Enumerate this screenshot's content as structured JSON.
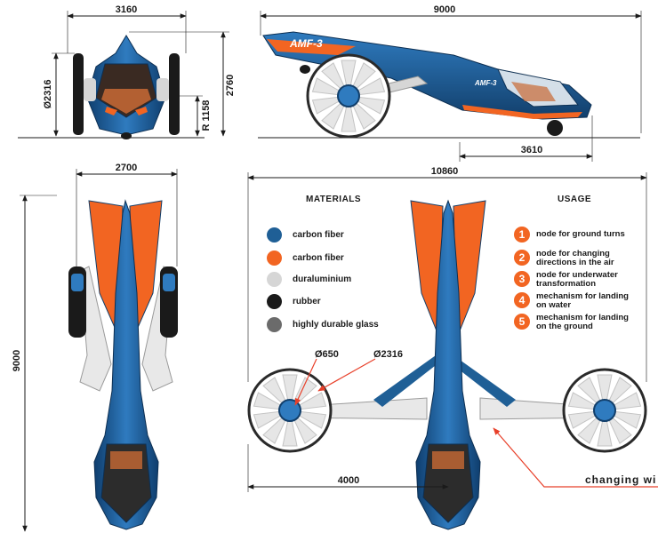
{
  "dimensions": {
    "front_width": "3160",
    "front_height": "2760",
    "front_wheel_diameter": "Ø2316",
    "front_radius": "R 1158",
    "side_length": "9000",
    "side_section": "3610",
    "top_width": "2700",
    "top_length": "9000",
    "overall_span": "10860",
    "prop_hub_diameter": "Ø650",
    "prop_diameter": "Ø2316",
    "prop_offset": "4000"
  },
  "branding": {
    "name": "AMF-3"
  },
  "materials": {
    "heading": "MATERIALS",
    "items": [
      {
        "label": "carbon fiber",
        "color": "#1f5f96"
      },
      {
        "label": "carbon fiber",
        "color": "#f26522"
      },
      {
        "label": "duraluminium",
        "color": "#d6d6d6"
      },
      {
        "label": "rubber",
        "color": "#1a1a1a"
      },
      {
        "label": "highly durable glass",
        "color": "#6b6b6b"
      }
    ]
  },
  "usage": {
    "heading": "USAGE",
    "items": [
      {
        "num": "1",
        "lines": [
          "node for ground turns"
        ]
      },
      {
        "num": "2",
        "lines": [
          "node for changing",
          "directions in the air"
        ]
      },
      {
        "num": "3",
        "lines": [
          "node for underwater",
          "transformation"
        ]
      },
      {
        "num": "4",
        "lines": [
          "mechanism for landing",
          "on water"
        ]
      },
      {
        "num": "5",
        "lines": [
          "mechanism for landing",
          "on the ground"
        ]
      }
    ]
  },
  "callout": {
    "text": "changing wi"
  },
  "colors": {
    "blue": "#1f5f96",
    "orange": "#f26522",
    "dark": "#1a1a1a",
    "light": "#d6d6d6"
  }
}
